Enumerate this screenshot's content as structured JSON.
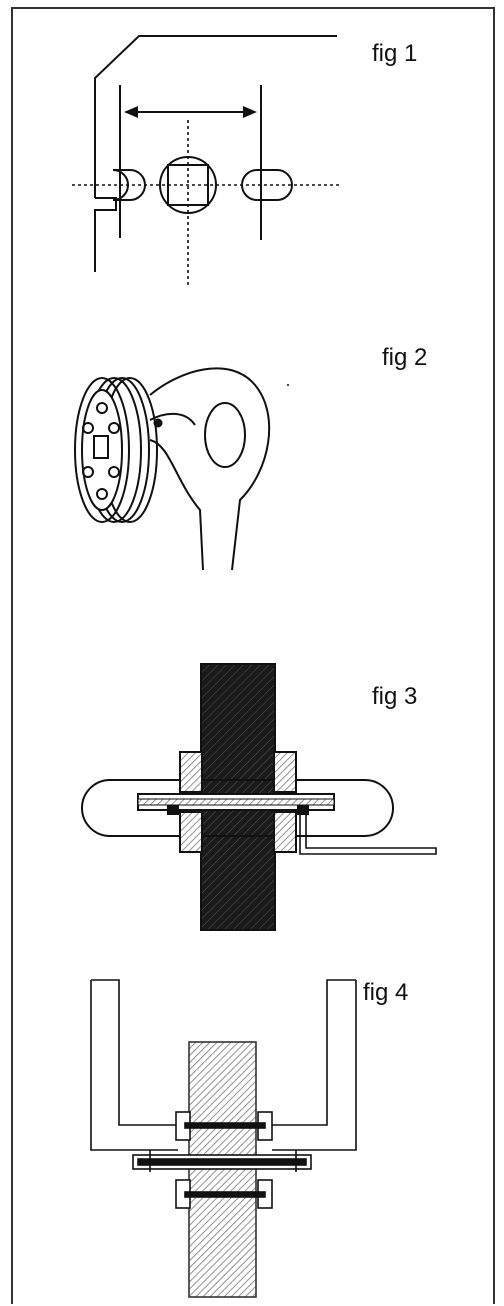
{
  "figures": [
    {
      "label": "fig 1"
    },
    {
      "label": "fig 2"
    },
    {
      "label": "fig 3"
    },
    {
      "label": "fig 4"
    }
  ],
  "colors": {
    "line": "#111111",
    "door": "#1a1a1a",
    "hatch": "#9a9a9a"
  }
}
